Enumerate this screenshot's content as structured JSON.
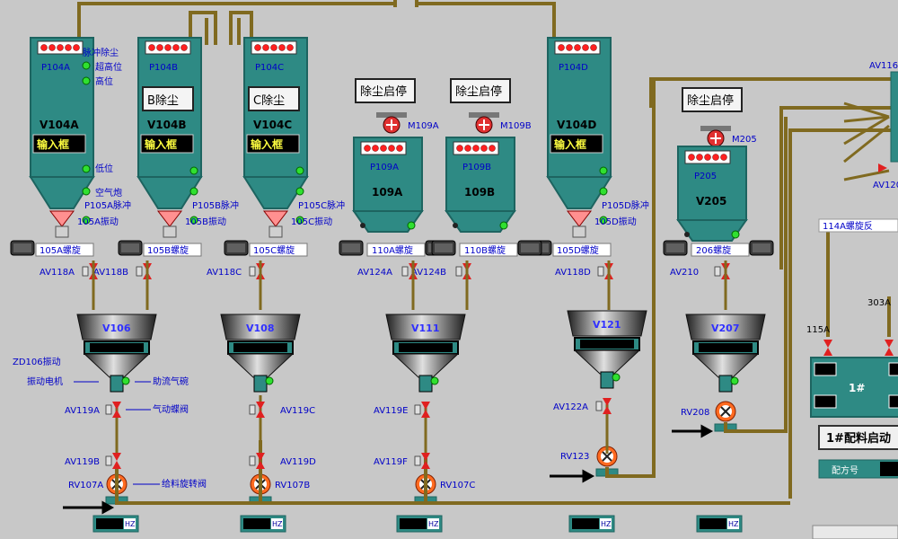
{
  "colors": {
    "background": "#c8c8c8",
    "pipe": "#806a20",
    "bin": "#2e8a84",
    "bin_dark": "#1d6460",
    "led_red": "#ff2020",
    "led_green": "#30e030",
    "valve_red": "#e02020",
    "label_blue": "#0000c8"
  },
  "bins": [
    {
      "tag": "P104A",
      "name": "V104A",
      "input": "输入框",
      "status_top": "脉冲除尘",
      "high_high": "超高位",
      "high": "高位",
      "low": "低位",
      "air": "空气炮",
      "pulse": "P105A脉冲",
      "vib": "105A振动",
      "screw": "105A螺旋",
      "valve": "AV118A"
    },
    {
      "tag": "P104B",
      "name": "V104B",
      "input": "输入框",
      "dust": "B除尘",
      "pulse": "P105B脉冲",
      "vib": "105B振动",
      "screw": "105B螺旋",
      "valve": "AV118B"
    },
    {
      "tag": "P104C",
      "name": "V104C",
      "input": "输入框",
      "dust": "C除尘",
      "pulse": "P105C脉冲",
      "vib": "105C振动",
      "screw": "105C螺旋",
      "valve": "AV118C"
    },
    {
      "tag": "P104D",
      "name": "V104D",
      "input": "输入框",
      "pulse": "P105D脉冲",
      "vib": "105D振动",
      "screw": "105D螺旋",
      "valve": "AV118D"
    }
  ],
  "dust_units": [
    {
      "tag": "P109A",
      "name": "109A",
      "btn": "除尘启停",
      "motor": "M109A",
      "screw": "110A螺旋",
      "valve": "AV124A"
    },
    {
      "tag": "P109B",
      "name": "109B",
      "btn": "除尘启停",
      "motor": "M109B",
      "screw": "110B螺旋",
      "valve": "AV124B"
    },
    {
      "tag": "P205",
      "name": "V205",
      "btn": "除尘启停",
      "motor": "M205",
      "screw": "206螺旋",
      "valve": "AV210"
    }
  ],
  "hoppers": [
    {
      "name": "V106",
      "rv": "RV107A"
    },
    {
      "name": "V108",
      "rv": "RV107B"
    },
    {
      "name": "V111",
      "rv": "RV107C"
    },
    {
      "name": "V121",
      "rv": "RV123"
    },
    {
      "name": "V207",
      "rv": "RV208"
    }
  ],
  "legend": {
    "vib": "ZD106振动",
    "motor": "振动电机",
    "flow": "助流气碗",
    "bfly": "气动蝶阀",
    "rot": "给料旋转阀"
  },
  "valves": {
    "av119a": "AV119A",
    "av119b": "AV119B",
    "av119c": "AV119C",
    "av119d": "AV119D",
    "av119e": "AV119E",
    "av119f": "AV119F",
    "av122a": "AV122A"
  },
  "hz_unit": "HZ",
  "right_panel": {
    "av116": "AV116",
    "av120": "AV120",
    "screw": "114A螺旋反",
    "v303": "303A",
    "v115": "115A",
    "mixer": "1#",
    "start_btn": "1#配料启动",
    "recipe": "配方号"
  }
}
